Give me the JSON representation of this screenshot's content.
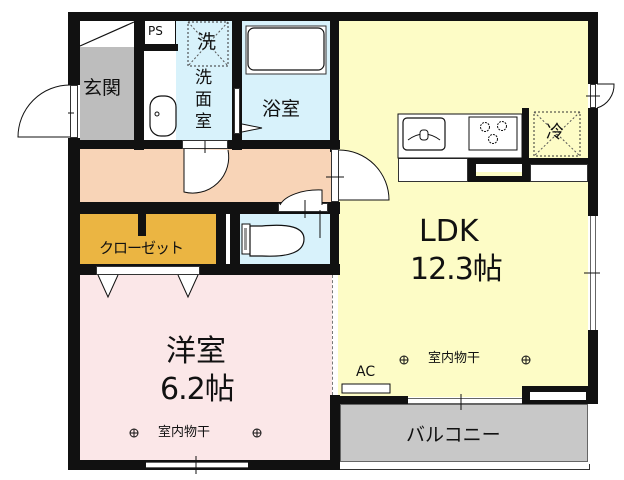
{
  "plan": {
    "colors": {
      "wall": "#111111",
      "ldk": "#fdfcc6",
      "western_room": "#fbe7e8",
      "hallway": "#f8d4b7",
      "closet": "#ebb542",
      "wet_area": "#d8f2fb",
      "entrance": "#bdbdbd",
      "balcony": "#c8c8c8"
    },
    "rooms": {
      "entrance": {
        "label": "玄関"
      },
      "ps": {
        "label": "PS"
      },
      "washroom": {
        "label": "洗\n面\n室",
        "chars": [
          "洗",
          "面",
          "室"
        ]
      },
      "washer": {
        "label": "洗"
      },
      "bathroom": {
        "label": "浴室"
      },
      "closet": {
        "label": "クローゼット"
      },
      "ldk": {
        "name": "LDK",
        "size": "12.3帖"
      },
      "fridge": {
        "label": "冷"
      },
      "western_room": {
        "name": "洋室",
        "size": "6.2帖"
      },
      "balcony": {
        "label": "バルコニー"
      }
    },
    "annotations": {
      "ac": "AC",
      "ldk_drying": "室内物干",
      "western_drying": "室内物干"
    }
  }
}
